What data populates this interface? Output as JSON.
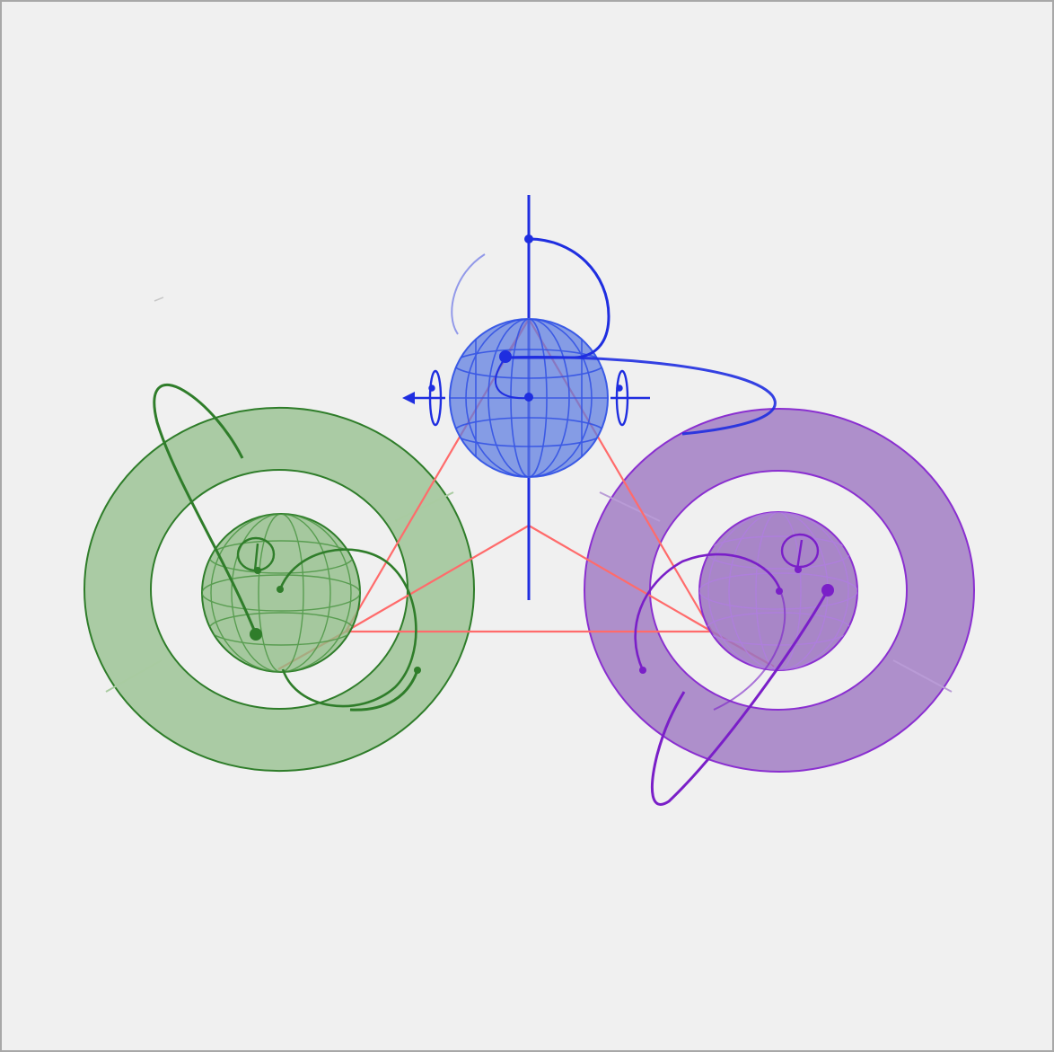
{
  "canvas": {
    "background": "#f0f0f0",
    "border_color": "#a8a8a8"
  },
  "colors": {
    "blue": "#1f2ee0",
    "blue_fill": "#5b7be0",
    "green": "#2f7d2a",
    "green_fill": "#8fbd86",
    "purple": "#7a1fc8",
    "purple_fill": "#9b73c0",
    "red": "#ff6b6b"
  },
  "elements": {
    "blue_body": {
      "icon": "blue-sphere-icon",
      "color": "blue"
    },
    "green_body": {
      "icon": "green-sphere-icon",
      "color": "green"
    },
    "purple_body": {
      "icon": "purple-sphere-icon",
      "color": "purple"
    },
    "triangle": {
      "icon": "triangle-frame-icon",
      "color": "red"
    }
  }
}
